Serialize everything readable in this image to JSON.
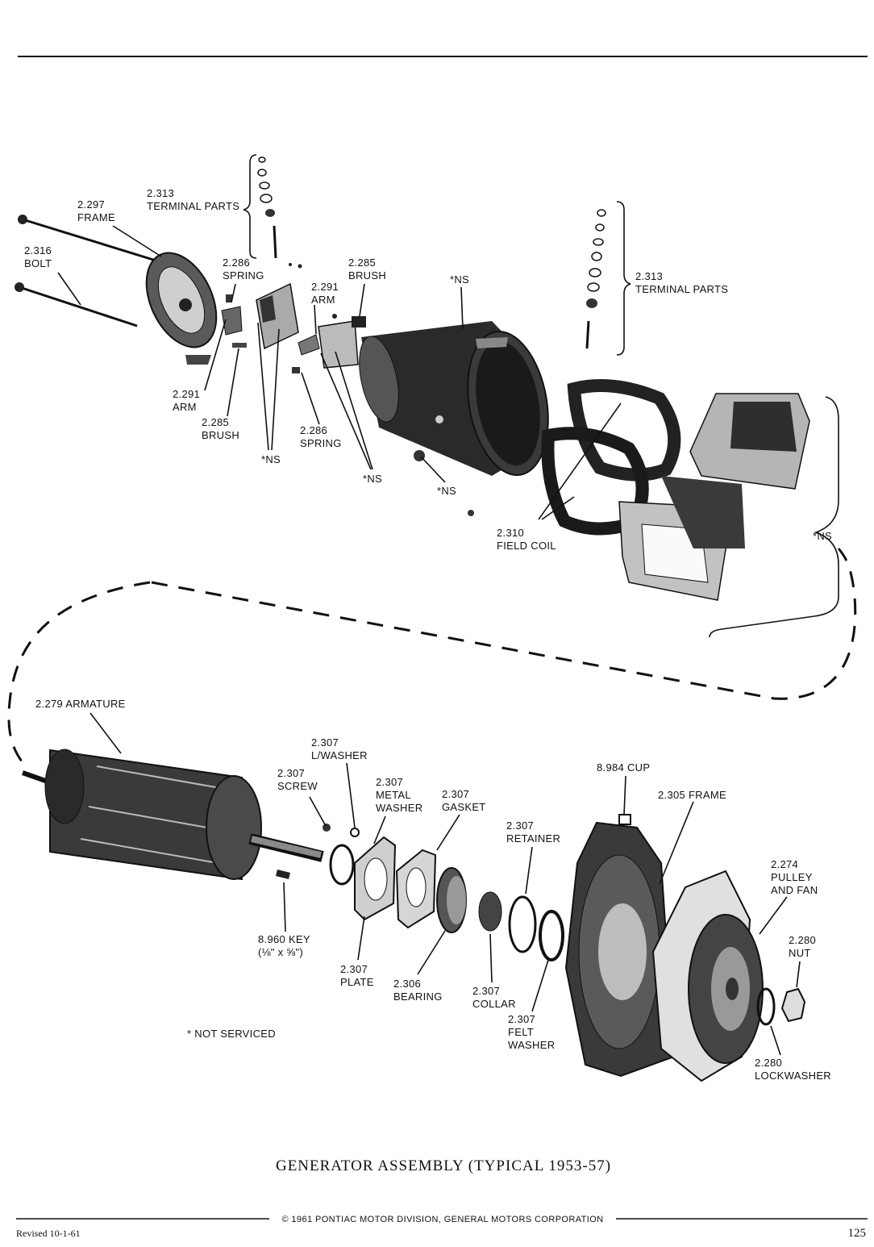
{
  "labels": {
    "terminal_parts_top": [
      "2.313",
      "TERMINAL PARTS"
    ],
    "frame_top": [
      "2.297",
      "FRAME"
    ],
    "bolt": [
      "2.316",
      "BOLT"
    ],
    "spring_top": [
      "2.286",
      "SPRING"
    ],
    "arm_top": [
      "2.291",
      "ARM"
    ],
    "brush_top": [
      "2.285",
      "BRUSH"
    ],
    "ns_top": "*NS",
    "terminal_parts_right": [
      "2.313",
      "TERMINAL PARTS"
    ],
    "arm_left": [
      "2.291",
      "ARM"
    ],
    "brush_left": [
      "2.285",
      "BRUSH"
    ],
    "ns_a": "*NS",
    "spring_mid": [
      "2.286",
      "SPRING"
    ],
    "ns_b": "*NS",
    "ns_c": "*NS",
    "field_coil": [
      "2.310",
      "FIELD COIL"
    ],
    "ns_right": "*NS",
    "armature": "2.279 ARMATURE",
    "lwasher": [
      "2.307",
      "L/WASHER"
    ],
    "screw": [
      "2.307",
      "SCREW"
    ],
    "metal_washer": [
      "2.307",
      "METAL",
      "WASHER"
    ],
    "gasket": [
      "2.307",
      "GASKET"
    ],
    "cup": "8.984 CUP",
    "frame_bottom": "2.305 FRAME",
    "retainer": [
      "2.307",
      "RETAINER"
    ],
    "pulley_fan": [
      "2.274",
      "PULLEY",
      "AND FAN"
    ],
    "key": [
      "8.960 KEY",
      "(⅛\" x ⅝\")"
    ],
    "plate": [
      "2.307",
      "PLATE"
    ],
    "bearing": [
      "2.306",
      "BEARING"
    ],
    "collar": [
      "2.307",
      "COLLAR"
    ],
    "felt_washer": [
      "2.307",
      "FELT",
      "WASHER"
    ],
    "nut": [
      "2.280",
      "NUT"
    ],
    "lockwasher": [
      "2.280",
      "LOCKWASHER"
    ],
    "not_serviced": "* NOT SERVICED"
  },
  "title": "GENERATOR ASSEMBLY (TYPICAL 1953-57)",
  "footer": {
    "copyright": "© 1961 PONTIAC MOTOR DIVISION, GENERAL MOTORS CORPORATION",
    "revised": "Revised 10-1-61",
    "page_number": "125"
  }
}
